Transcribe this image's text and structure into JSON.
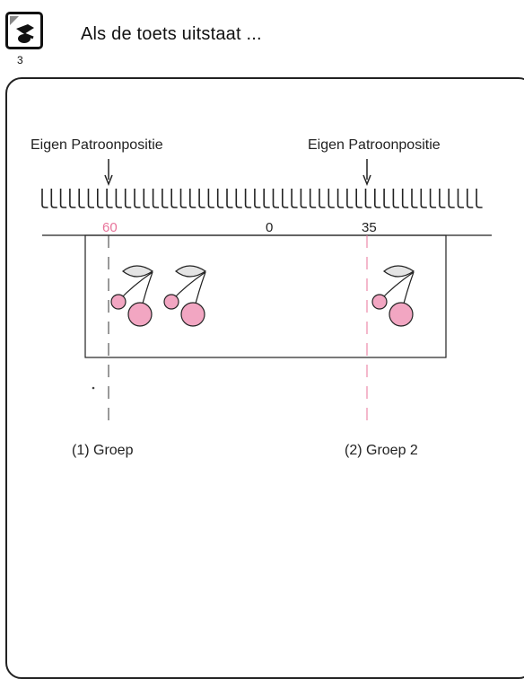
{
  "header": {
    "title": "Als de toets uitstaat ...",
    "key_number": "3",
    "key_icon": "cherry-key-icon"
  },
  "diagram": {
    "left_pointer_label": "Eigen Patroonpositie",
    "right_pointer_label": "Eigen Patroonpositie",
    "scale": {
      "left_number": "60",
      "center_number": "0",
      "right_number": "35",
      "marker_color": "#e8739a"
    },
    "group_1_label": "(1) Groep",
    "group_2_label": "(2) Groep 2",
    "cherry_color": "#f2a6c2",
    "leaf_color": "#e4e4e4"
  }
}
